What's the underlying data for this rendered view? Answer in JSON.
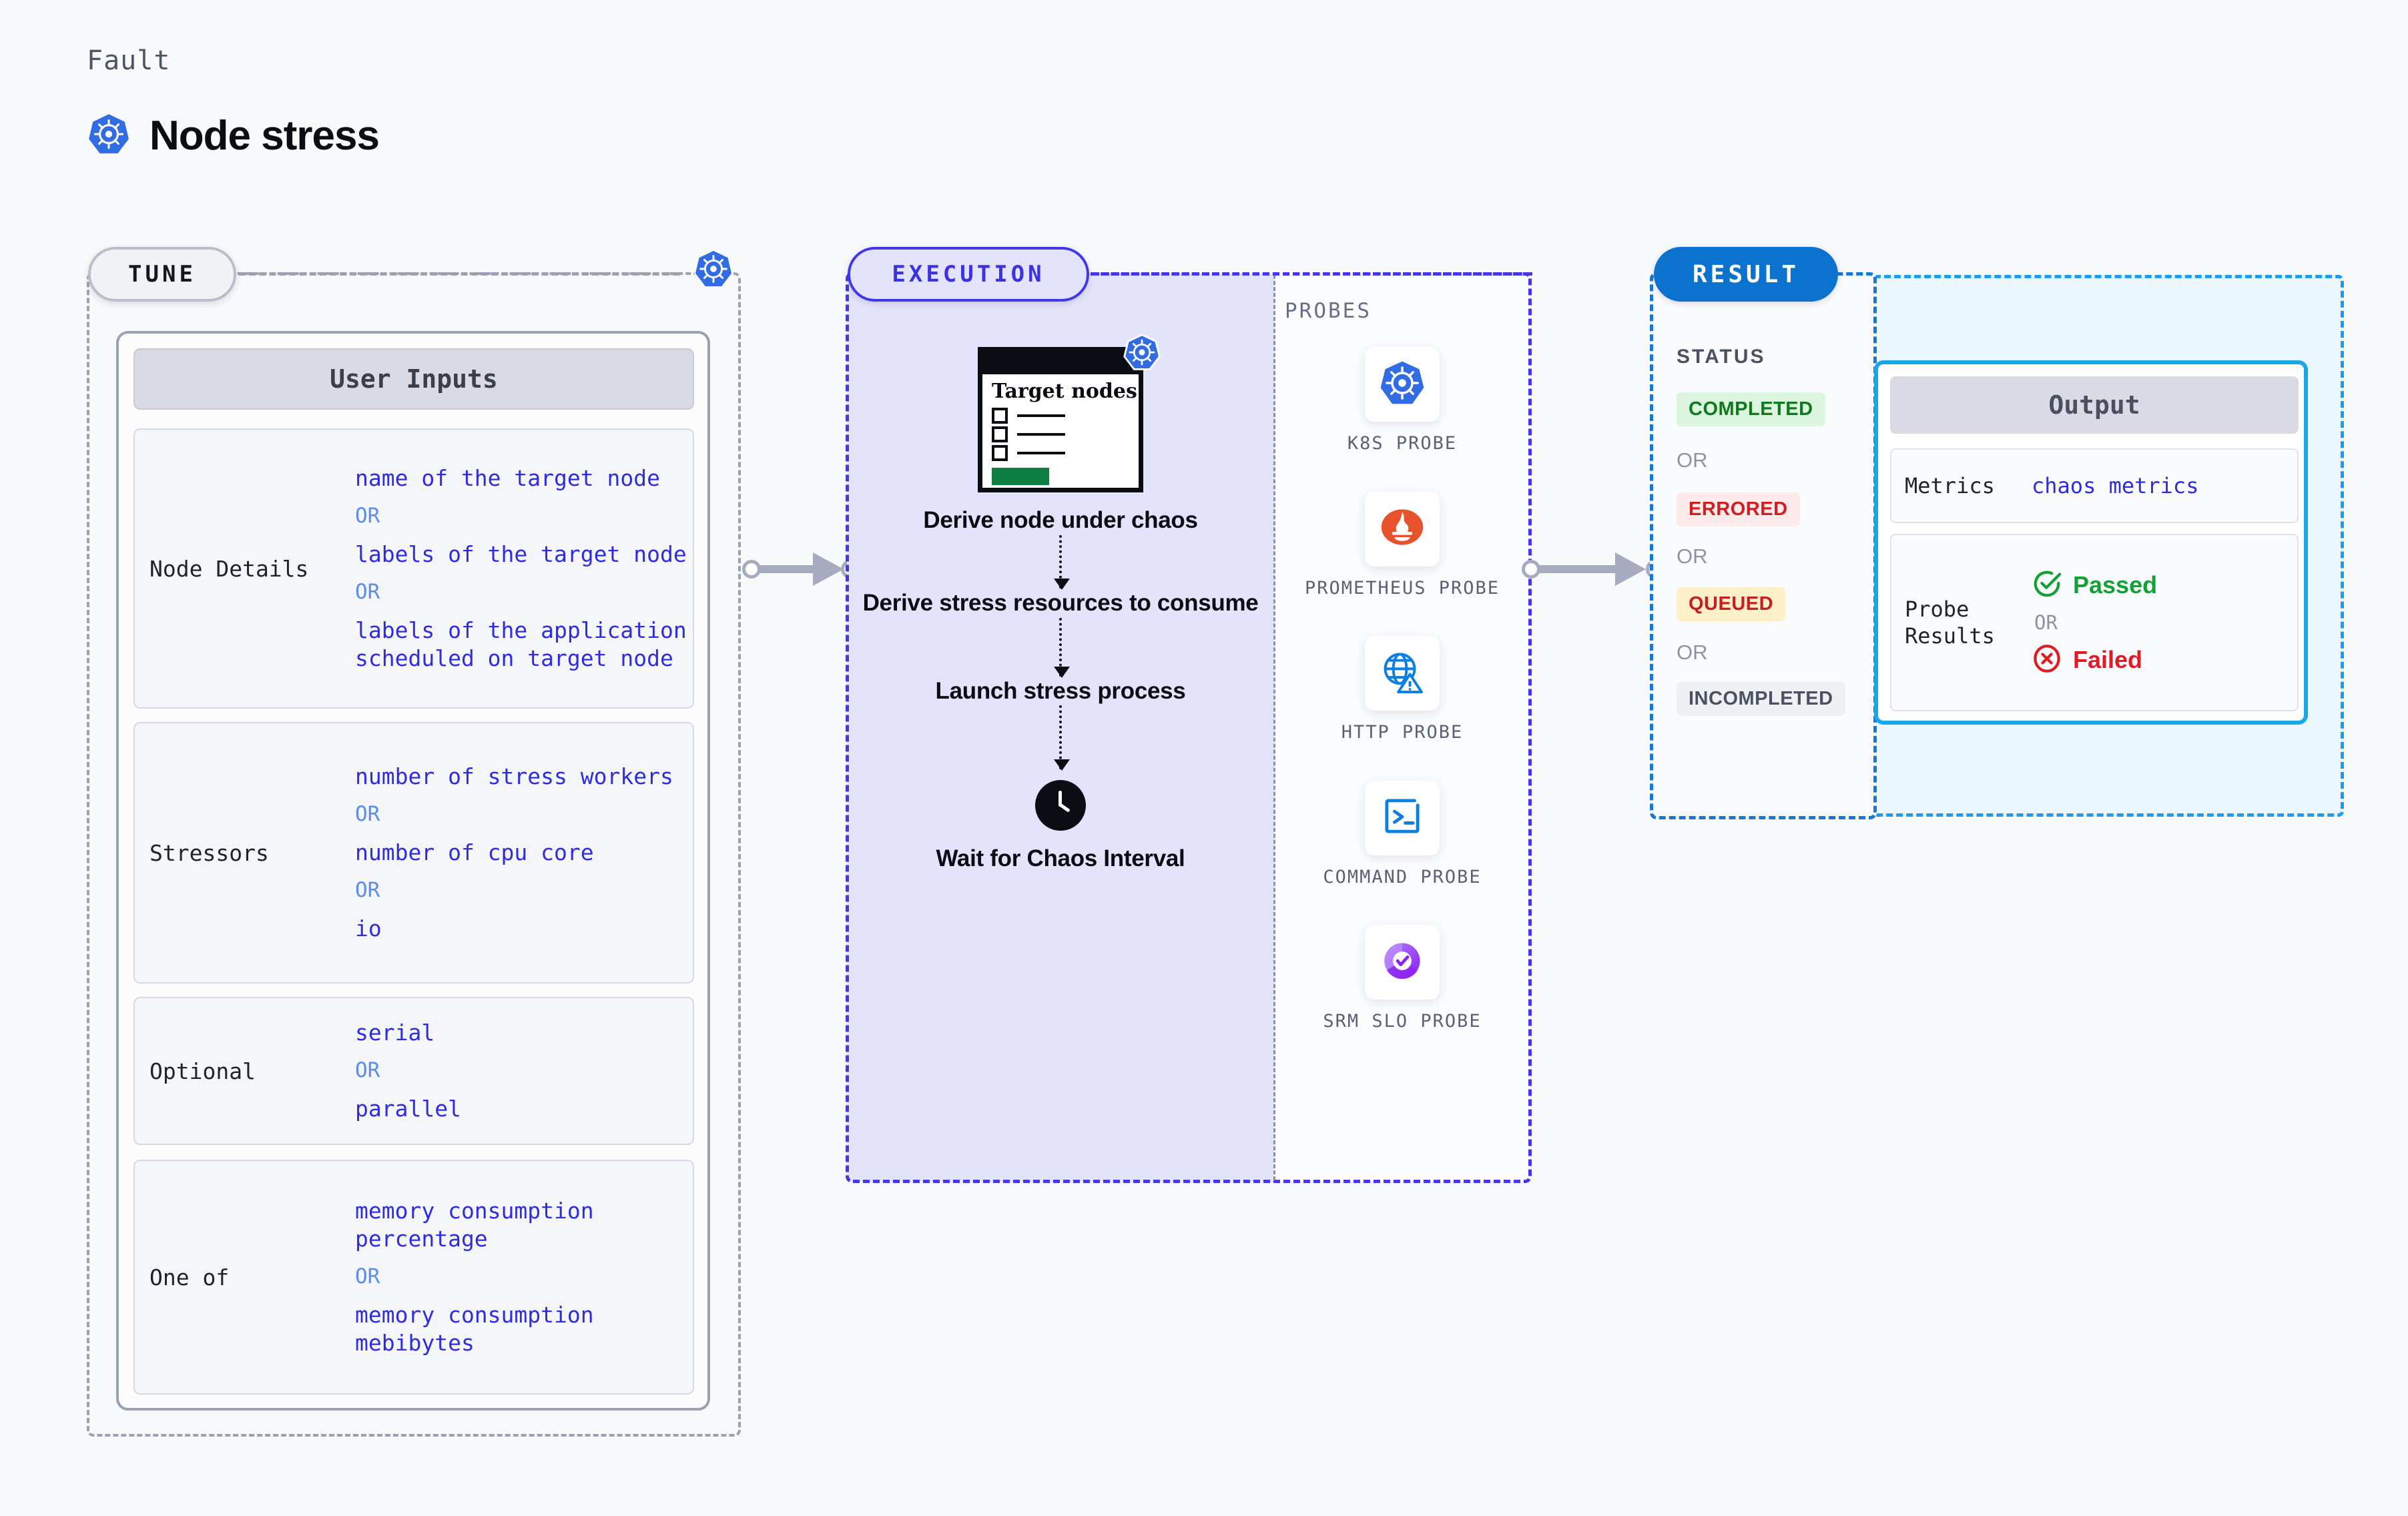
{
  "header": {
    "kicker": "Fault",
    "title": "Node stress",
    "icon": "kubernetes-icon"
  },
  "tune": {
    "pill_label": "TUNE",
    "k8s_icon": "kubernetes-icon",
    "card_title": "User Inputs",
    "groups": [
      {
        "label": "Node Details",
        "values": [
          {
            "type": "value",
            "text": "name of the target node"
          },
          {
            "type": "or",
            "text": "OR"
          },
          {
            "type": "value",
            "text": "labels of the target node"
          },
          {
            "type": "or",
            "text": "OR"
          },
          {
            "type": "value",
            "text": "labels of the application scheduled on target node"
          }
        ]
      },
      {
        "label": "Stressors",
        "values": [
          {
            "type": "value",
            "text": "number of stress workers"
          },
          {
            "type": "or",
            "text": "OR"
          },
          {
            "type": "value",
            "text": "number of cpu core"
          },
          {
            "type": "or",
            "text": "OR"
          },
          {
            "type": "value",
            "text": "io"
          }
        ]
      },
      {
        "label": "Optional",
        "values": [
          {
            "type": "value",
            "text": "serial"
          },
          {
            "type": "or",
            "text": "OR"
          },
          {
            "type": "value",
            "text": "parallel"
          }
        ]
      },
      {
        "label": "One of",
        "values": [
          {
            "type": "value",
            "text": "memory consumption percentage"
          },
          {
            "type": "or",
            "text": "OR"
          },
          {
            "type": "value",
            "text": "memory consumption mebibytes"
          }
        ]
      }
    ]
  },
  "execution": {
    "pill_label": "EXECUTION",
    "card": {
      "title": "Target nodes",
      "k8s_icon": "kubernetes-icon",
      "checkbox_rows": 3
    },
    "steps": [
      {
        "caption": "Derive node under chaos",
        "icon": "target-nodes-card"
      },
      {
        "caption": "Derive stress resources to consume",
        "icon": ""
      },
      {
        "caption": "Launch stress process",
        "icon": ""
      },
      {
        "caption": "Wait for Chaos Interval",
        "icon": "clock-icon"
      }
    ],
    "probes_title": "PROBES",
    "probes": [
      {
        "label": "K8S PROBE",
        "icon": "kubernetes-icon"
      },
      {
        "label": "PROMETHEUS PROBE",
        "icon": "prometheus-icon"
      },
      {
        "label": "HTTP PROBE",
        "icon": "http-globe-warning-icon"
      },
      {
        "label": "COMMAND PROBE",
        "icon": "terminal-icon"
      },
      {
        "label": "SRM SLO PROBE",
        "icon": "srm-slo-donut-check-icon"
      }
    ]
  },
  "result": {
    "pill_label": "RESULT",
    "status_label": "STATUS",
    "statuses": [
      {
        "text": "COMPLETED",
        "bg": "#dcf5de",
        "fg": "#0f7a1d"
      },
      {
        "text": "OR",
        "type": "or"
      },
      {
        "text": "ERRORED",
        "bg": "#fdeaea",
        "fg": "#cf1f20"
      },
      {
        "text": "OR",
        "type": "or"
      },
      {
        "text": "QUEUED",
        "bg": "#fdf0c8",
        "fg": "#c61f1f"
      },
      {
        "text": "OR",
        "type": "or"
      },
      {
        "text": "INCOMPLETED",
        "bg": "#eef0f4",
        "fg": "#4a5160"
      }
    ],
    "output": {
      "title": "Output",
      "metrics_label": "Metrics",
      "metrics_value": "chaos metrics",
      "probe_results_label": "Probe Results",
      "passed_text": "Passed",
      "or_text": "OR",
      "failed_text": "Failed",
      "passed_icon": "check-circle-icon",
      "failed_icon": "x-circle-icon"
    }
  },
  "colors": {
    "background": "#f8f9fb",
    "k8s_blue": "#326ce5",
    "tune_border": "#9aa1b1",
    "exec_border": "#4338e8",
    "exec_fill": "#e3e3fb",
    "result_blue": "#0b72ce",
    "output_border": "#18a7e8",
    "output_fill": "#eaf8fe",
    "value_blue": "#2f2ce0",
    "or_blue": "#5b8dee"
  }
}
